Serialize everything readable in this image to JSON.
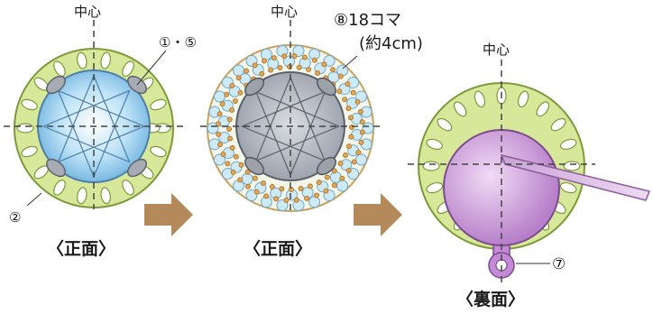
{
  "steps": [
    {
      "center_label": "中心",
      "callout_1_5": "①・⑤",
      "callout_2": "②",
      "caption": "〈正面〉"
    },
    {
      "center_label": "中心",
      "callout_8_line1": "⑧18コマ",
      "callout_8_line2": "(約4cm)",
      "caption": "〈正面〉"
    },
    {
      "center_label": "中心",
      "callout_7": "⑦",
      "caption": "〈裏面〉"
    }
  ],
  "colors": {
    "lace_green": "#d8e89a",
    "lace_outline": "#7c9a3a",
    "stone_blue": "#a9d6f2",
    "stone_gray": "#b7bcc6",
    "bead_blue": "#cfeaf7",
    "bead_orange": "#e2a85a",
    "cabochon_purple": "#c89ad6",
    "arrow_brown": "#b48a5a",
    "dash": "#444444"
  },
  "icons": [
    "right-arrow-icon",
    "right-arrow-icon"
  ]
}
